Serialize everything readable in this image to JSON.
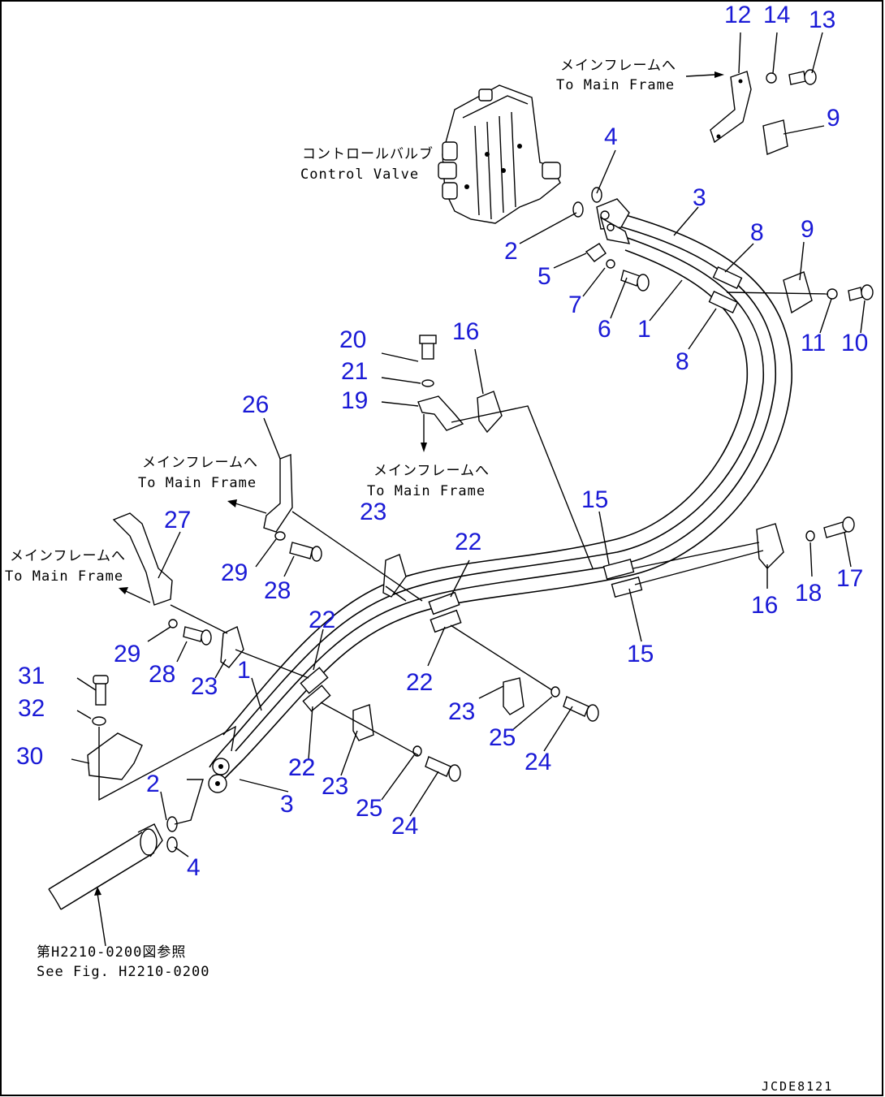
{
  "labels": {
    "control_valve_jp": "コントロールバルブ",
    "control_valve_en": "Control Valve",
    "main_frame_top_jp": "メインフレームへ",
    "main_frame_top_en": "To Main Frame",
    "main_frame_mid_jp": "メインフレームへ",
    "main_frame_mid_en": "To Main Frame",
    "main_frame_left_jp": "メインフレームへ",
    "main_frame_left_en": "To Main Frame",
    "main_frame_far_jp": "メインフレームへ",
    "main_frame_far_en": "To Main Frame",
    "see_fig_jp": "第H2210-0200図参照",
    "see_fig_en": "See Fig. H2210-0200",
    "drawing_code": "JCDE8121"
  },
  "callouts": [
    "12",
    "14",
    "13",
    "9",
    "4",
    "3",
    "8",
    "9",
    "2",
    "5",
    "7",
    "6",
    "1",
    "11",
    "10",
    "8",
    "20",
    "21",
    "19",
    "16",
    "26",
    "27",
    "23",
    "22",
    "15",
    "29",
    "28",
    "16",
    "18",
    "17",
    "22",
    "29",
    "28",
    "23",
    "1",
    "22",
    "15",
    "31",
    "32",
    "22",
    "23",
    "30",
    "22",
    "23",
    "25",
    "24",
    "2",
    "3",
    "25",
    "24",
    "4"
  ]
}
